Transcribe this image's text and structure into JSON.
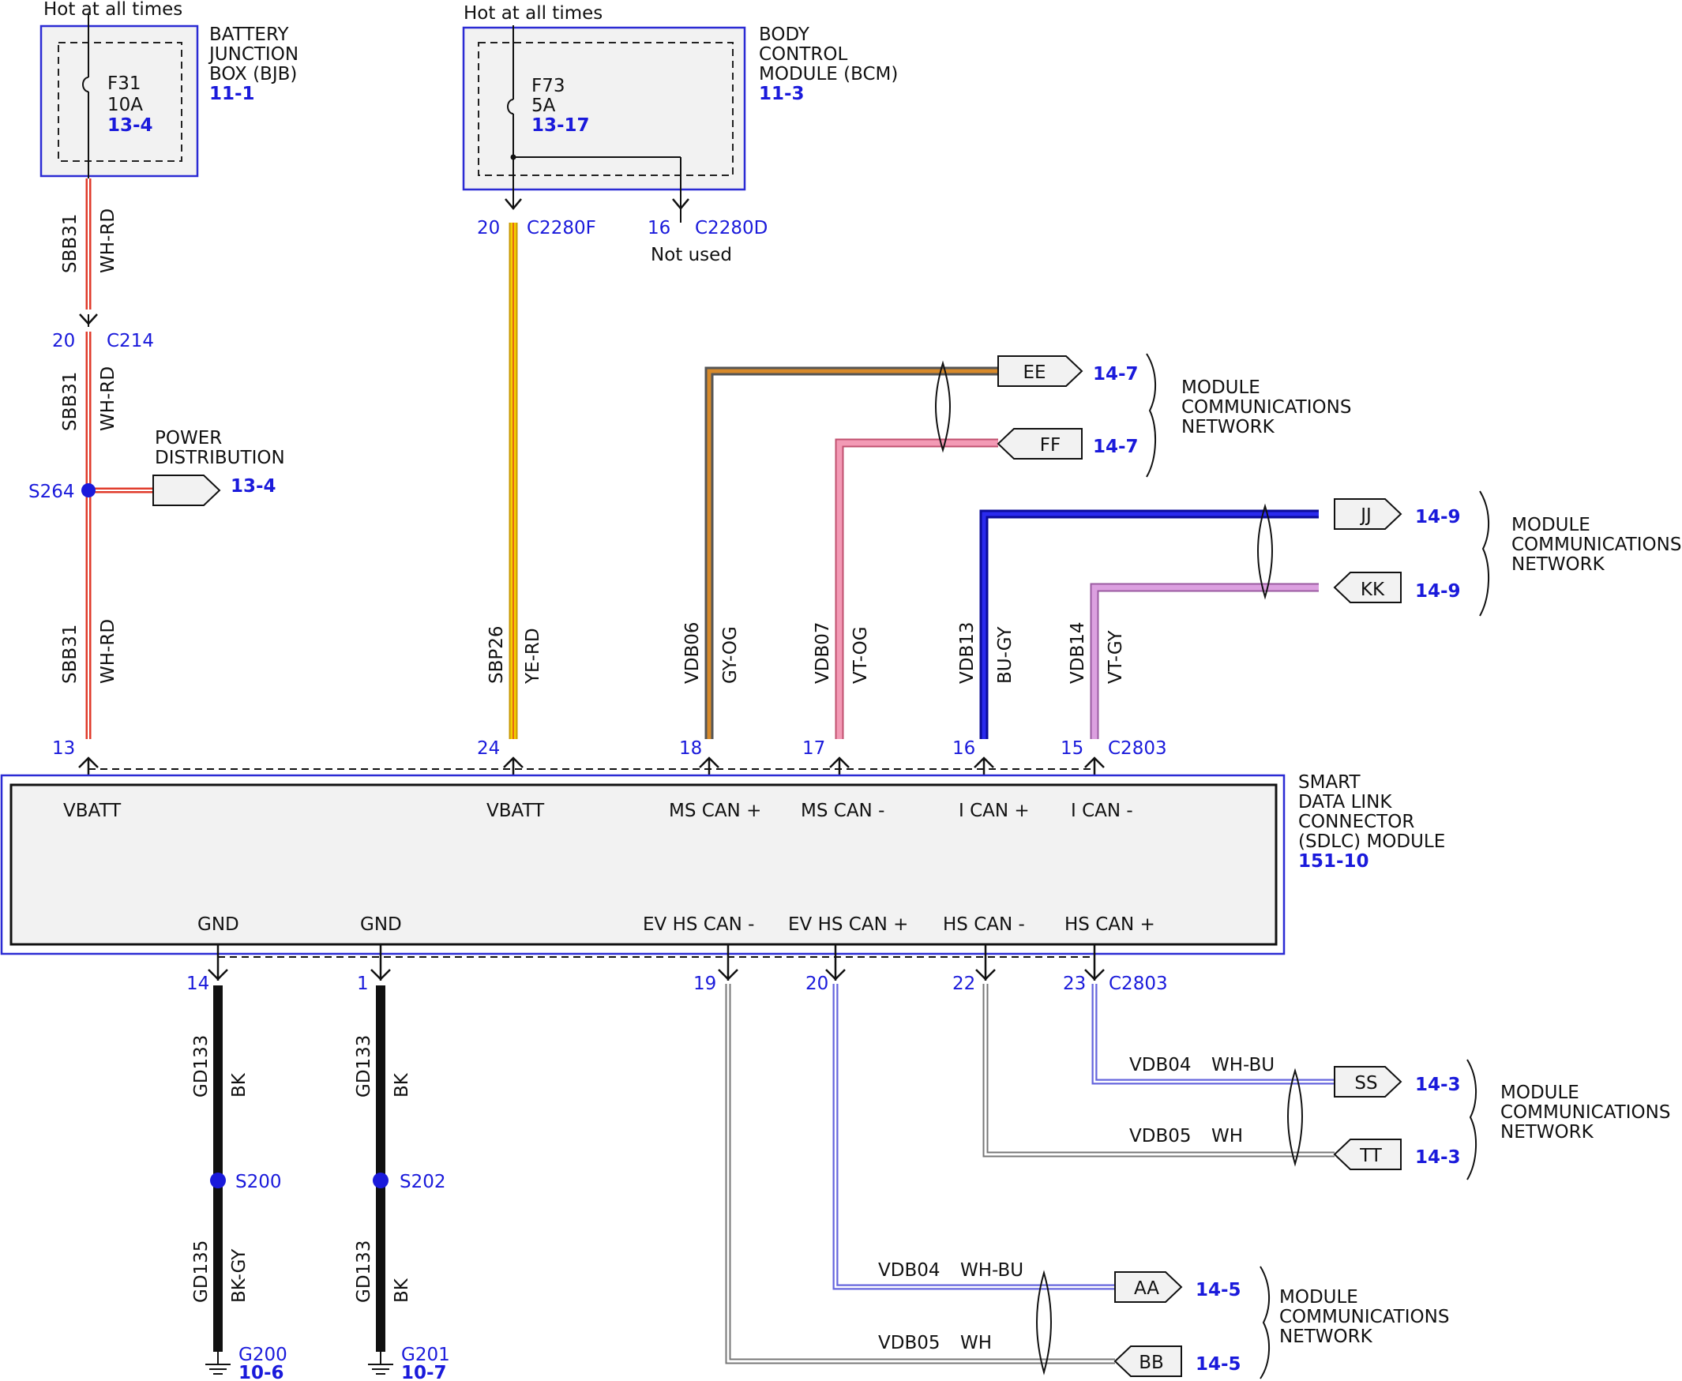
{
  "top": {
    "hot1": "Hot at all times",
    "hot2": "Hot at all times"
  },
  "bjb": {
    "name_line1": "BATTERY",
    "name_line2": "JUNCTION",
    "name_line3": "BOX (BJB)",
    "ref": "11-1",
    "fuse": "F31",
    "rating": "10A",
    "fuse_ref": "13-4"
  },
  "bcm": {
    "name_line1": "BODY",
    "name_line2": "CONTROL",
    "name_line3": "MODULE (BCM)",
    "ref": "11-3",
    "fuse": "F73",
    "rating": "5A",
    "fuse_ref": "13-17",
    "pin_a": "20",
    "conn_a": "C2280F",
    "pin_b": "16",
    "conn_b": "C2280D",
    "not_used": "Not used"
  },
  "wires": {
    "sbb31": "SBB31",
    "whrd": "WH-RD",
    "sbp26": "SBP26",
    "yerd": "YE-RD",
    "vdb06": "VDB06",
    "gyog": "GY-OG",
    "vdb07": "VDB07",
    "vtog": "VT-OG",
    "vdb13": "VDB13",
    "bugy": "BU-GY",
    "vdb14": "VDB14",
    "vtgy": "VT-GY",
    "gd133": "GD133",
    "gd135": "GD135",
    "bk": "BK",
    "bkgy": "BK-GY",
    "vdb04": "VDB04",
    "whbu": "WH-BU",
    "vdb05": "VDB05",
    "wh": "WH"
  },
  "c214": {
    "pin": "20",
    "conn": "C214"
  },
  "power_dist": {
    "splice": "S264",
    "line1": "POWER",
    "line2": "DISTRIBUTION",
    "ref": "13-4"
  },
  "sdlc": {
    "line1": "SMART",
    "line2": "DATA LINK",
    "line3": "CONNECTOR",
    "line4": "(SDLC) MODULE",
    "ref": "151-10",
    "conn": "C2803",
    "top_pins": [
      "13",
      "24",
      "18",
      "17",
      "16",
      "15"
    ],
    "top_labels": [
      "VBATT",
      "VBATT",
      "MS CAN +",
      "MS CAN -",
      "I CAN +",
      "I CAN -"
    ],
    "bottom_pins": [
      "14",
      "1",
      "19",
      "20",
      "22",
      "23"
    ],
    "bottom_labels": [
      "GND",
      "GND",
      "EV HS CAN -",
      "EV HS CAN +",
      "HS CAN -",
      "HS CAN +"
    ]
  },
  "network": {
    "line1": "MODULE",
    "line2": "COMMUNICATIONS",
    "line3": "NETWORK"
  },
  "flags": {
    "ee": "EE",
    "ff": "FF",
    "jj": "JJ",
    "kk": "KK",
    "ss": "SS",
    "tt": "TT",
    "aa": "AA",
    "bb": "BB",
    "ref_147": "14-7",
    "ref_149": "14-9",
    "ref_143": "14-3",
    "ref_145": "14-5"
  },
  "grounds": {
    "s200": "S200",
    "s202": "S202",
    "g200": "G200",
    "g200_ref": "10-6",
    "g201": "G201",
    "g201_ref": "10-7"
  },
  "colors": {
    "accent_blue": "#1a1adb",
    "red": "#e03a2a",
    "yellow": "#f2c200",
    "orange": "#d88a2a",
    "pink": "#f08aa8",
    "blue": "#1c1cd6",
    "violet": "#d49ad8"
  }
}
